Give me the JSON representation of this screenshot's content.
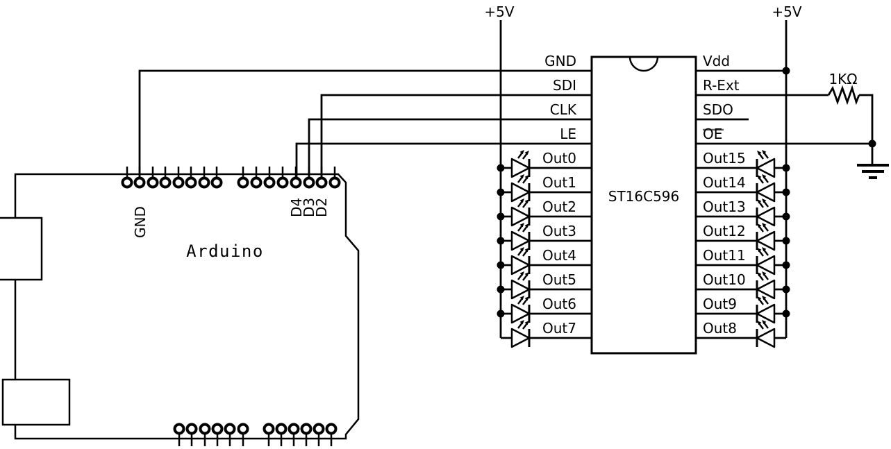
{
  "power": {
    "left_rail": "+5V",
    "right_rail": "+5V"
  },
  "resistor": {
    "value": "1KΩ"
  },
  "chip": {
    "name": "ST16C596",
    "left_pins": [
      "GND",
      "SDI",
      "CLK",
      "LE",
      "Out0",
      "Out1",
      "Out2",
      "Out3",
      "Out4",
      "Out5",
      "Out6",
      "Out7"
    ],
    "right_pins": [
      "Vdd",
      "R-Ext",
      "SDO",
      "OE",
      "Out15",
      "Out14",
      "Out13",
      "Out12",
      "Out11",
      "Out10",
      "Out9",
      "Out8"
    ]
  },
  "arduino": {
    "title": "Arduino",
    "pin_labels": {
      "gnd": "GND",
      "d4": "D4",
      "d3": "D3",
      "d2": "D2"
    }
  },
  "icons": {
    "led": "led-icon",
    "ground": "ground-icon",
    "resistor": "resistor-icon",
    "ic_notch": "ic-notch-icon",
    "pin_hole": "pin-hole-icon"
  },
  "colors": {
    "line": "#000000",
    "background": "#ffffff",
    "overline": "#666666"
  }
}
